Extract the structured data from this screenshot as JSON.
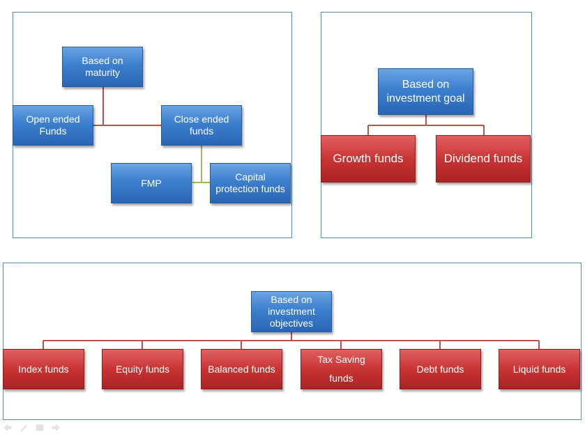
{
  "maturity": {
    "root": "Based on\nmaturity",
    "open_ended": "Open ended\nFunds",
    "close_ended": "Close ended\nfunds",
    "fmp": "FMP",
    "capital_protection": "Capital\nprotection funds"
  },
  "investment_goal": {
    "root": "Based on\ninvestment goal",
    "growth": "Growth funds",
    "dividend": "Dividend funds"
  },
  "investment_objectives": {
    "root": "Based on\ninvestment\nobjectives",
    "children": [
      "Index funds",
      "Equity funds",
      "Balanced funds",
      "Tax Saving\n\nfunds",
      "Debt funds",
      "Liquid funds"
    ]
  },
  "colors": {
    "panel_border": "#4f93b8",
    "blue_box": "#3c7fcf",
    "red_box": "#c93434",
    "red_connector": "#c0504d",
    "green_connector": "#9bbb59"
  },
  "toolbar_icons": [
    "back-arrow-icon",
    "pen-icon",
    "menu-icon",
    "forward-arrow-icon"
  ]
}
